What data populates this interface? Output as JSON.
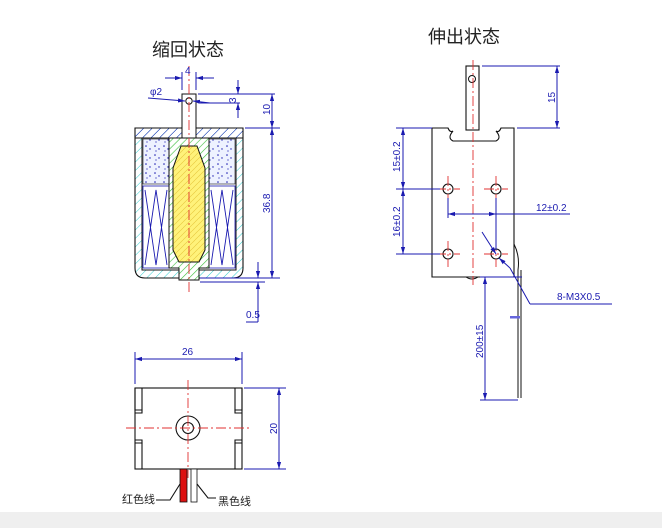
{
  "views": {
    "retracted": {
      "title": "缩回状态",
      "dims": {
        "shaft_width": "4",
        "hole_dia": "φ2",
        "hole_offset": "3",
        "shaft_length": "10",
        "body_height": "36.8",
        "gap": "0.5"
      }
    },
    "extended": {
      "title": "伸出状态",
      "dims": {
        "stroke": "15",
        "hole_top": "15±0.2",
        "hole_spacing_v": "16±0.2",
        "hole_spacing_h": "12±0.2",
        "thread": "8-M3X0.5",
        "lead_length": "200±15"
      }
    },
    "bottom": {
      "dims": {
        "width": "26",
        "height": "20"
      },
      "labels": {
        "red_wire": "红色线",
        "black_wire": "黑色线"
      }
    }
  },
  "colors": {
    "dimension": "#1a1ab0",
    "centerline": "#e03030",
    "plunger": "#fff27a",
    "hatch_green": "#3cbf3c",
    "hatch_cyan": "#33cccc",
    "red_wire": "#dd1111"
  }
}
